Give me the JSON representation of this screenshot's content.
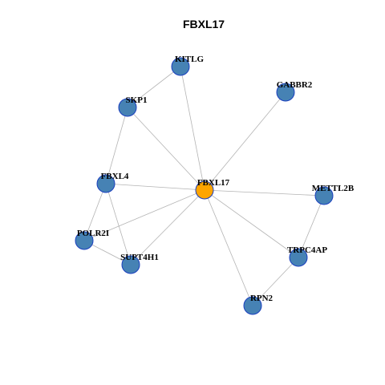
{
  "title": "FBXL17",
  "colors": {
    "hub_fill": "#FFA500",
    "node_fill": "#4682B4",
    "node_stroke": "#1A3FBF",
    "edge": "#B4B4B4",
    "background": "#FFFFFF"
  },
  "nodes": [
    {
      "id": "FBXL17",
      "label": "FBXL17",
      "hub": true
    },
    {
      "id": "KITLG",
      "label": "KITLG",
      "hub": false
    },
    {
      "id": "SKP1",
      "label": "SKP1",
      "hub": false
    },
    {
      "id": "GABBR2",
      "label": "GABBR2",
      "hub": false
    },
    {
      "id": "FBXL4",
      "label": "FBXL4",
      "hub": false
    },
    {
      "id": "METTL2B",
      "label": "METTL2B",
      "hub": false
    },
    {
      "id": "POLR2I",
      "label": "POLR2I",
      "hub": false
    },
    {
      "id": "SUPT4H1",
      "label": "SUPT4H1",
      "hub": false
    },
    {
      "id": "TRPC4AP",
      "label": "TRPC4AP",
      "hub": false
    },
    {
      "id": "RPN2",
      "label": "RPN2",
      "hub": false
    }
  ],
  "edges": [
    [
      "KITLG",
      "SKP1"
    ],
    [
      "KITLG",
      "FBXL17"
    ],
    [
      "SKP1",
      "FBXL17"
    ],
    [
      "SKP1",
      "FBXL4"
    ],
    [
      "GABBR2",
      "FBXL17"
    ],
    [
      "FBXL4",
      "FBXL17"
    ],
    [
      "FBXL4",
      "POLR2I"
    ],
    [
      "FBXL4",
      "SUPT4H1"
    ],
    [
      "FBXL17",
      "METTL2B"
    ],
    [
      "FBXL17",
      "POLR2I"
    ],
    [
      "FBXL17",
      "SUPT4H1"
    ],
    [
      "FBXL17",
      "TRPC4AP"
    ],
    [
      "FBXL17",
      "RPN2"
    ],
    [
      "POLR2I",
      "SUPT4H1"
    ],
    [
      "METTL2B",
      "TRPC4AP"
    ],
    [
      "TRPC4AP",
      "RPN2"
    ]
  ]
}
